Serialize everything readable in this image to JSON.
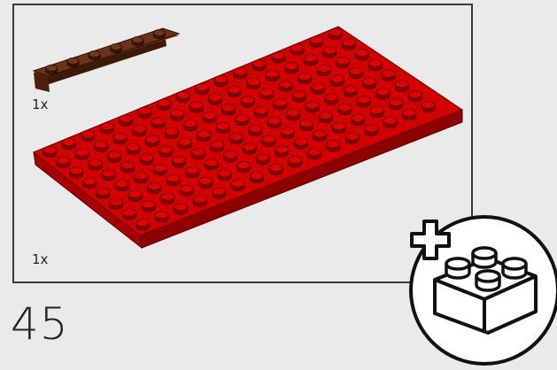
{
  "parts_callout": {
    "items": [
      {
        "name": "brown-plate-1x6",
        "quantity": "1x",
        "color": "#5a2a12"
      },
      {
        "name": "red-plate-8x16",
        "quantity": "1x",
        "color": "#d40000"
      }
    ]
  },
  "step": {
    "number": "45"
  },
  "add_button": {
    "icon": "add-brick-icon"
  },
  "colors": {
    "frame": "#3a3a3a",
    "background": "#eaeaea",
    "red": "#d40000",
    "brown": "#5a2a12"
  }
}
